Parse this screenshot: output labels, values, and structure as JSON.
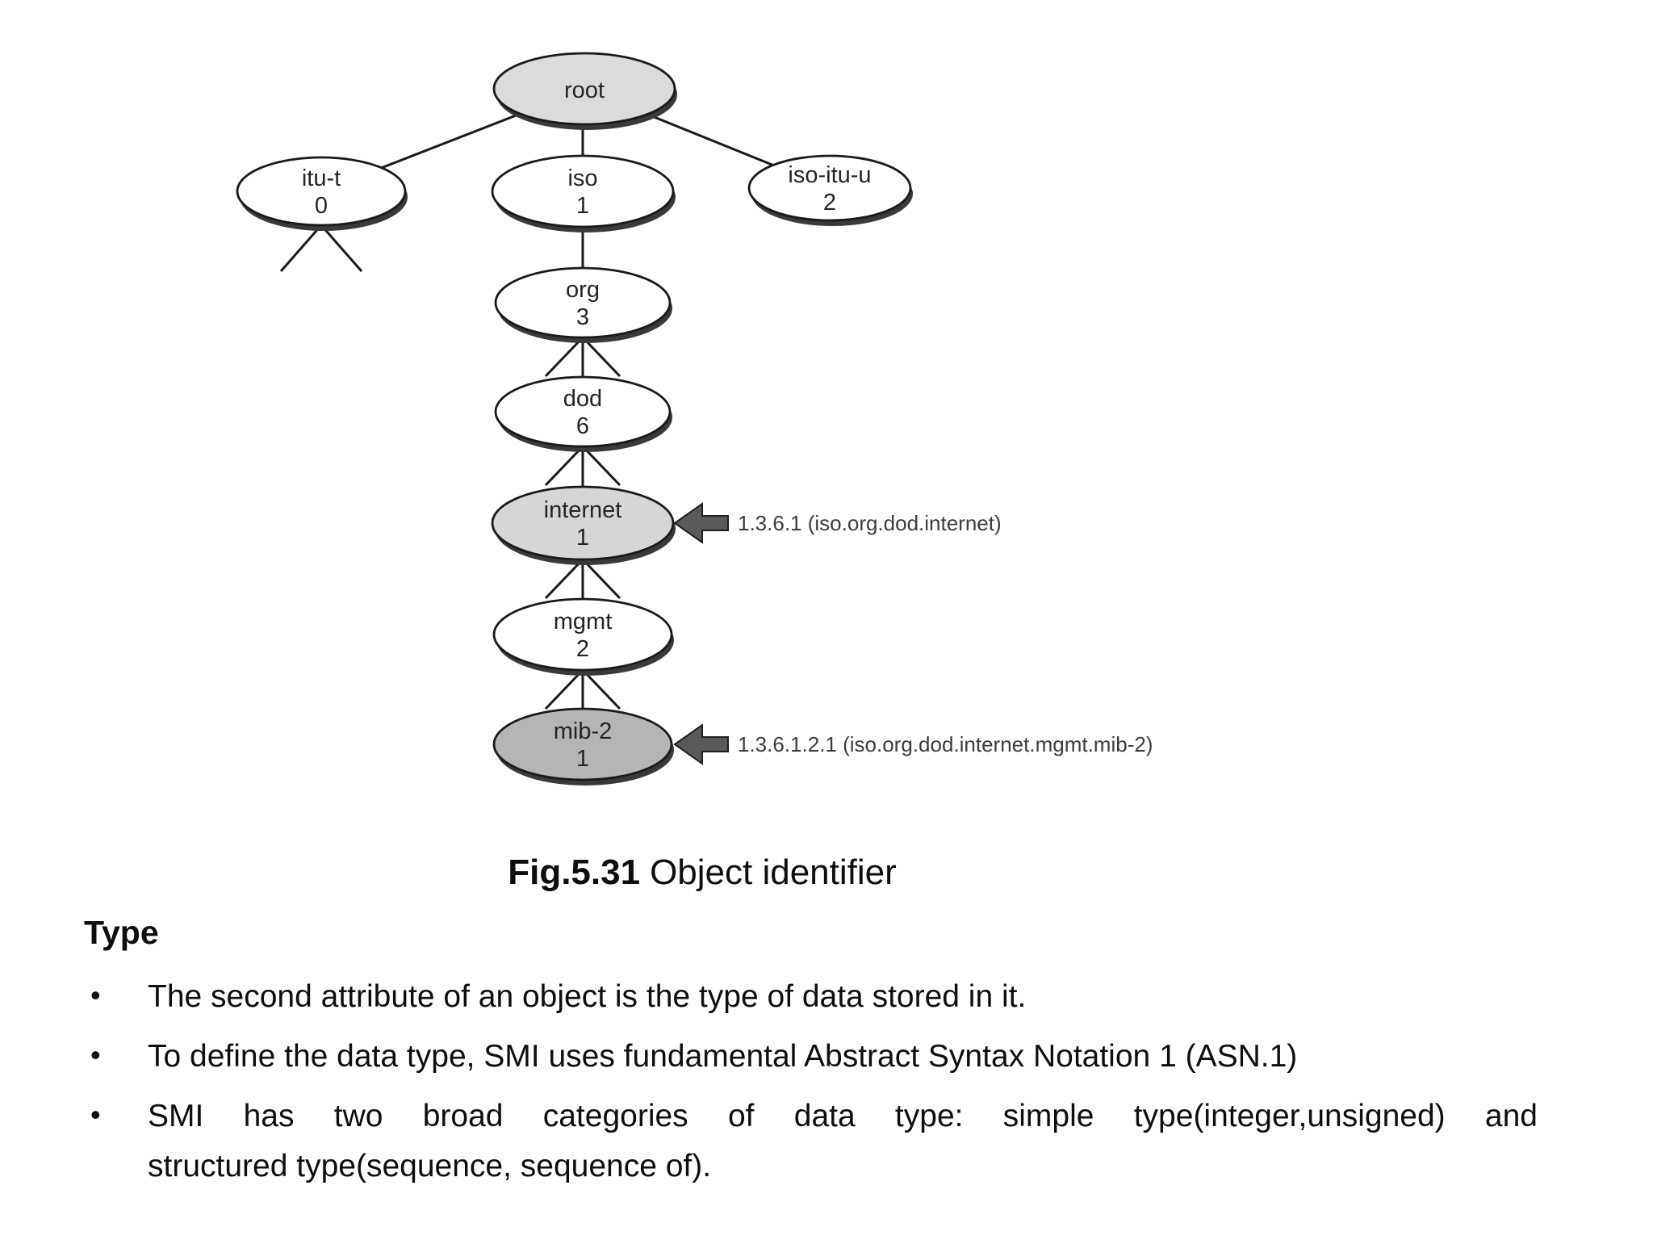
{
  "figure": {
    "caption_bold": "Fig.5.31",
    "caption_text": "Object identifier",
    "tree": {
      "nodes": [
        {
          "name": "root",
          "label": "root",
          "fill": "#dbdbdb"
        },
        {
          "name": "itu-t",
          "label": "itu-t",
          "number": "0",
          "fill": "#ffffff"
        },
        {
          "name": "iso",
          "label": "iso",
          "number": "1",
          "fill": "#ffffff"
        },
        {
          "name": "iso-itu-u",
          "label": "iso-itu-u",
          "number": "2",
          "fill": "#ffffff"
        },
        {
          "name": "org",
          "label": "org",
          "number": "3",
          "fill": "#ffffff"
        },
        {
          "name": "dod",
          "label": "dod",
          "number": "6",
          "fill": "#ffffff"
        },
        {
          "name": "internet",
          "label": "internet",
          "number": "1",
          "fill": "#d6d6d6"
        },
        {
          "name": "mgmt",
          "label": "mgmt",
          "number": "2",
          "fill": "#ffffff"
        },
        {
          "name": "mib-2",
          "label": "mib-2",
          "number": "1",
          "fill": "#b5b5b5"
        }
      ],
      "edges": [
        [
          "root",
          "itu-t"
        ],
        [
          "root",
          "iso"
        ],
        [
          "root",
          "iso-itu-u"
        ],
        [
          "iso",
          "org"
        ],
        [
          "org",
          "dod"
        ],
        [
          "dod",
          "internet"
        ],
        [
          "internet",
          "mgmt"
        ],
        [
          "mgmt",
          "mib-2"
        ]
      ],
      "pruned_branch_marks": [
        "itu-t",
        "org",
        "dod",
        "internet",
        "mgmt"
      ]
    },
    "annotations": [
      {
        "target": "internet",
        "text": "1.3.6.1 (iso.org.dod.internet)"
      },
      {
        "target": "mib-2",
        "text": "1.3.6.1.2.1 (iso.org.dod.internet.mgmt.mib-2)"
      }
    ],
    "colors": {
      "node_stroke": "#1a1a1a",
      "node_shadow": "#3a3a3a",
      "arrow_fill": "#5a5a5a",
      "root_fill": "#dbdbdb",
      "internet_fill": "#d6d6d6",
      "mib2_fill": "#b5b5b5"
    }
  },
  "content": {
    "heading": "Type",
    "bullets": [
      {
        "lines": [
          "The second attribute of an object is the type of data stored in it."
        ]
      },
      {
        "lines": [
          "To define the data type, SMI uses fundamental Abstract Syntax Notation 1 (ASN.1)"
        ]
      },
      {
        "lines": [
          "SMI has two broad categories of data type: simple type(integer,unsigned) and",
          "structured type(sequence, sequence of)."
        ]
      }
    ]
  }
}
